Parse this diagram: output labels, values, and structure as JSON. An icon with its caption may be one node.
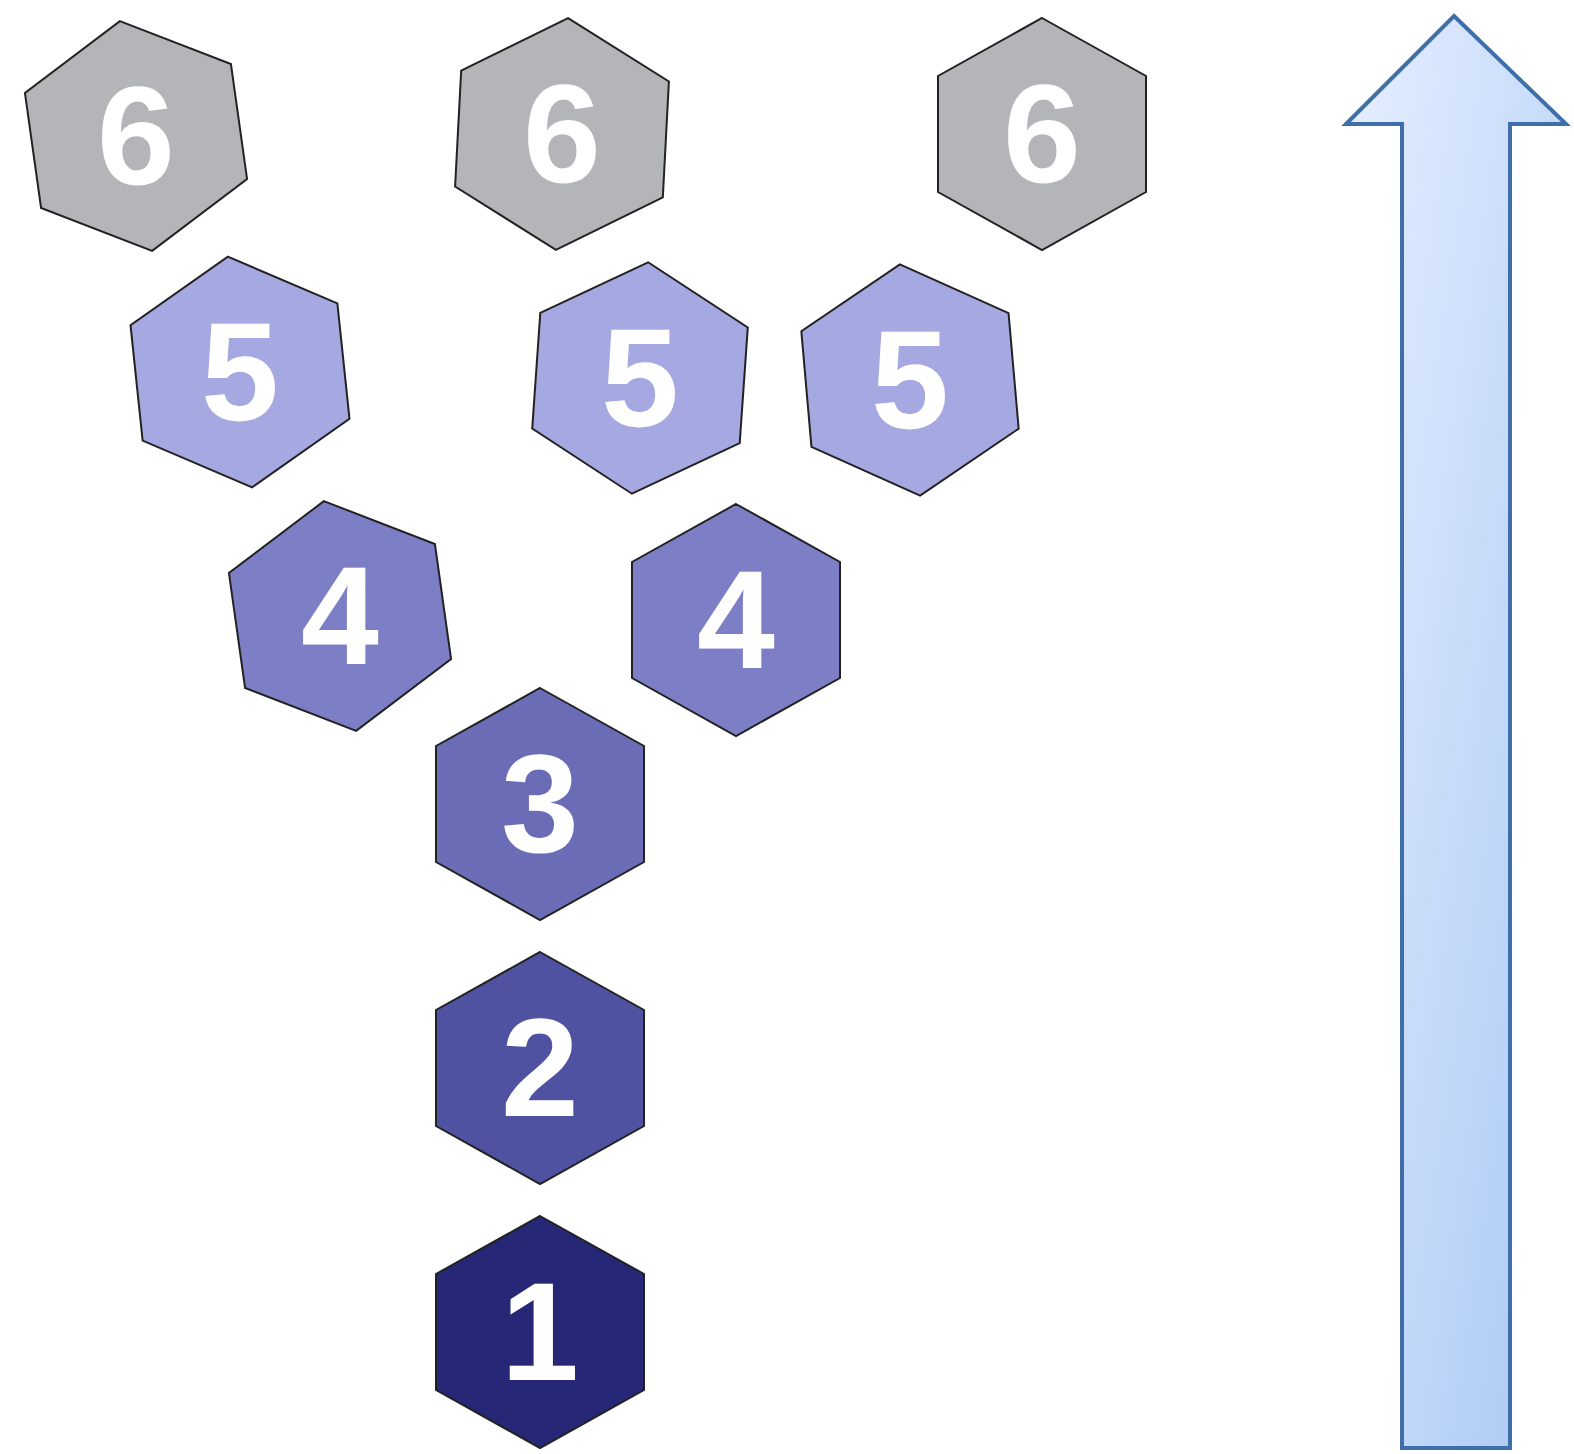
{
  "diagram": {
    "nodes": [
      {
        "text": [
          "6"
        ]
      },
      {
        "text": [
          "6"
        ]
      },
      {
        "text": [
          "6"
        ]
      },
      {
        "text": [
          "5"
        ]
      },
      {
        "text": [
          "5"
        ]
      },
      {
        "text": [
          "5"
        ]
      },
      {
        "text": [
          "4"
        ]
      },
      {
        "text": [
          "4"
        ]
      },
      {
        "text": [
          "3"
        ]
      },
      {
        "text": [
          "2"
        ]
      },
      {
        "text": [
          "1"
        ]
      }
    ]
  }
}
